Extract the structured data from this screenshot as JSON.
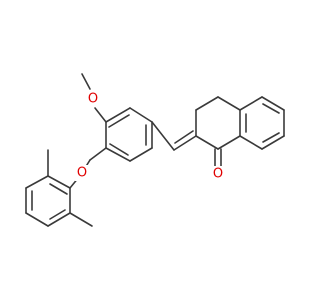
{
  "atom_labels": {
    "methoxy_oxygen": "O",
    "ether_oxygen": "O",
    "carbonyl_oxygen": "O"
  },
  "colors": {
    "bond": "#3a3a3a",
    "oxygen": "#e00000",
    "background": "#ffffff"
  }
}
